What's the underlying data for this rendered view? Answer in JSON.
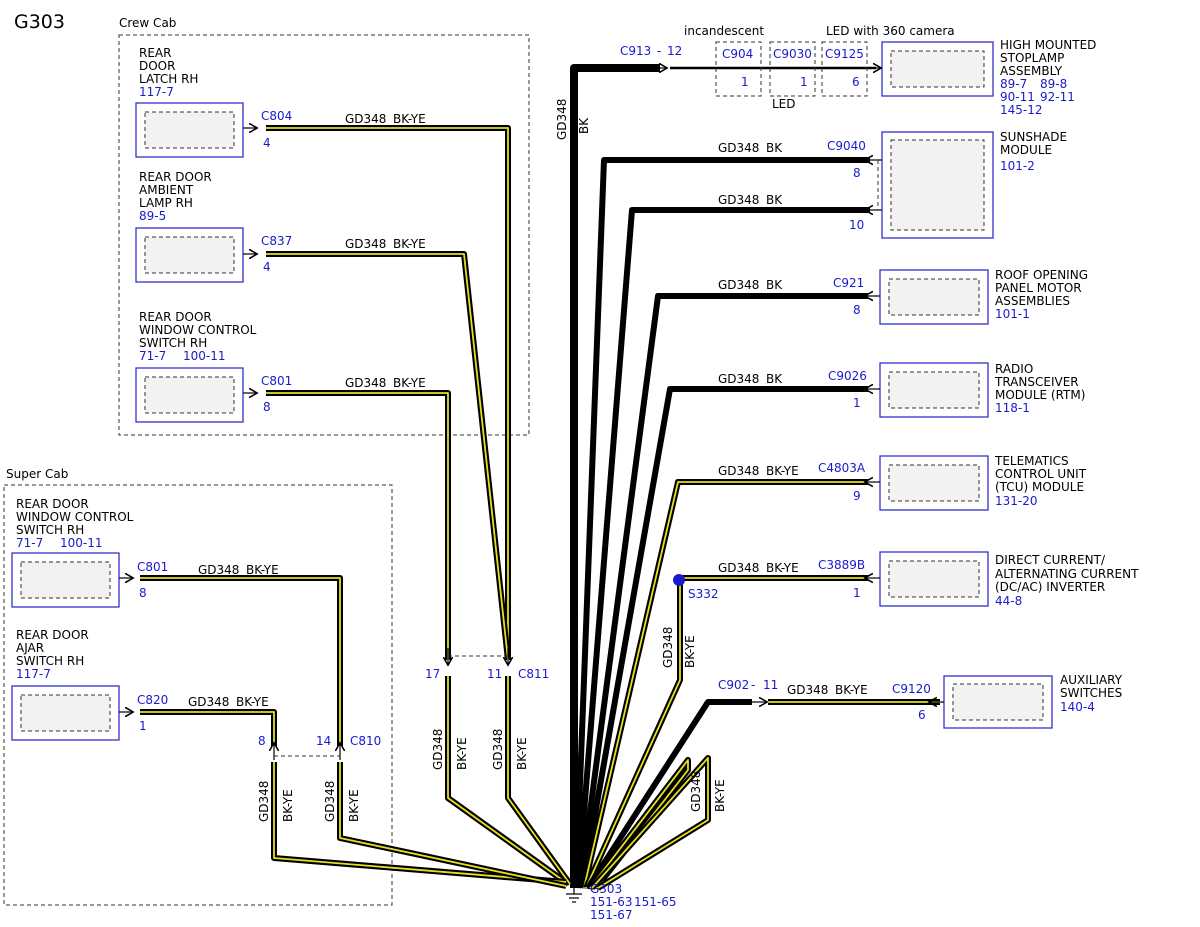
{
  "title": "G303",
  "regions": {
    "crew_cab": "Crew Cab",
    "super_cab": "Super Cab"
  },
  "wire": {
    "circuit": "GD348",
    "bk": "BK",
    "bkye": "BK-YE"
  },
  "components": {
    "latch": {
      "l1": "REAR",
      "l2": "DOOR",
      "l3": "LATCH RH",
      "ref": "117-7",
      "conn": "C804",
      "pin": "4"
    },
    "ambient": {
      "l1": "REAR DOOR",
      "l2": "AMBIENT",
      "l3": "LAMP RH",
      "ref": "89-5",
      "conn": "C837",
      "pin": "4"
    },
    "wcs_crew": {
      "l1": "REAR DOOR",
      "l2": "WINDOW CONTROL",
      "l3": "SWITCH RH",
      "ref1": "71-7",
      "ref2": "100-11",
      "conn": "C801",
      "pin": "8"
    },
    "wcs_super": {
      "l1": "REAR DOOR",
      "l2": "WINDOW CONTROL",
      "l3": "SWITCH RH",
      "ref1": "71-7",
      "ref2": "100-11",
      "conn": "C801",
      "pin": "8"
    },
    "ajar": {
      "l1": "REAR DOOR",
      "l2": "AJAR",
      "l3": "SWITCH RH",
      "ref": "117-7",
      "conn": "C820",
      "pin": "1"
    },
    "stoplamp": {
      "l1": "HIGH MOUNTED",
      "l2": "STOPLAMP",
      "l3": "ASSEMBLY",
      "ref1": "89-7",
      "ref2": "89-8",
      "ref3": "90-11",
      "ref4": "92-11",
      "ref5": "145-12"
    },
    "sunshade": {
      "l1": "SUNSHADE",
      "l2": "MODULE",
      "ref": "101-2",
      "conn": "C9040",
      "pin1": "8",
      "pin2": "10"
    },
    "roof": {
      "l1": "ROOF OPENING",
      "l2": "PANEL MOTOR",
      "l3": "ASSEMBLIES",
      "ref": "101-1",
      "conn": "C921",
      "pin": "8"
    },
    "rtm": {
      "l1": "RADIO",
      "l2": "TRANSCEIVER",
      "l3": "MODULE (RTM)",
      "ref": "118-1",
      "conn": "C9026",
      "pin": "1"
    },
    "tcu": {
      "l1": "TELEMATICS",
      "l2": "CONTROL UNIT",
      "l3": "(TCU) MODULE",
      "ref": "131-20",
      "conn": "C4803A",
      "pin": "9"
    },
    "inverter": {
      "l1": "DIRECT CURRENT/",
      "l2": "ALTERNATING CURRENT",
      "l3": "(DC/AC) INVERTER",
      "ref": "44-8",
      "conn": "C3889B",
      "pin": "1"
    },
    "aux": {
      "l1": "AUXILIARY",
      "l2": "SWITCHES",
      "ref": "140-4",
      "conn": "C9120",
      "pin": "6"
    }
  },
  "stoplamp_path": {
    "conn": "C913",
    "dash": "-",
    "pin": "12",
    "incandescent": "incandescent",
    "led_camera": "LED with 360 camera",
    "led": "LED",
    "c904": "C904",
    "c904_pin": "1",
    "c9030": "C9030",
    "c9030_pin": "1",
    "c9125": "C9125",
    "c9125_pin": "6"
  },
  "inline": {
    "c811": "C811",
    "c811_pin_a": "17",
    "c811_pin_b": "11",
    "c810": "C810",
    "c810_pin_a": "8",
    "c810_pin_b": "14",
    "c902": "C902",
    "c902_dash": "-",
    "c902_pin": "11"
  },
  "splice": {
    "name": "S332",
    "color": "#1a1acc"
  },
  "ground": {
    "name": "G303",
    "ref1": "151-63",
    "ref2": "151-65",
    "ref3": "151-67"
  },
  "colors": {
    "label_blue": "#1a1acc",
    "wire_yellow": "#e6e01c",
    "box_blue": "#3333cc"
  }
}
